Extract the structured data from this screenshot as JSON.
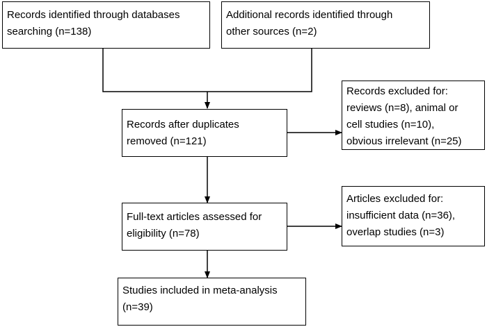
{
  "flowchart": {
    "identified_db": {
      "lines": [
        "Records identified through databases",
        "searching (n=138)"
      ]
    },
    "identified_other": {
      "lines": [
        "Additional records identified through",
        "other sources (n=2)"
      ]
    },
    "after_duplicates": {
      "lines": [
        "Records after duplicates",
        "removed (n=121)"
      ]
    },
    "excluded_records": {
      "lines": [
        "Records excluded for:",
        "reviews (n=8), animal or",
        "cell studies (n=10),",
        "obvious irrelevant (n=25)"
      ]
    },
    "fulltext_assessed": {
      "lines": [
        "Full-text articles assessed for",
        "eligibility (n=78)"
      ]
    },
    "excluded_articles": {
      "lines": [
        "Articles excluded for:",
        "insufficient data (n=36),",
        "overlap studies (n=3)"
      ]
    },
    "included": {
      "lines": [
        "Studies included in meta-analysis",
        "(n=39)"
      ]
    }
  }
}
